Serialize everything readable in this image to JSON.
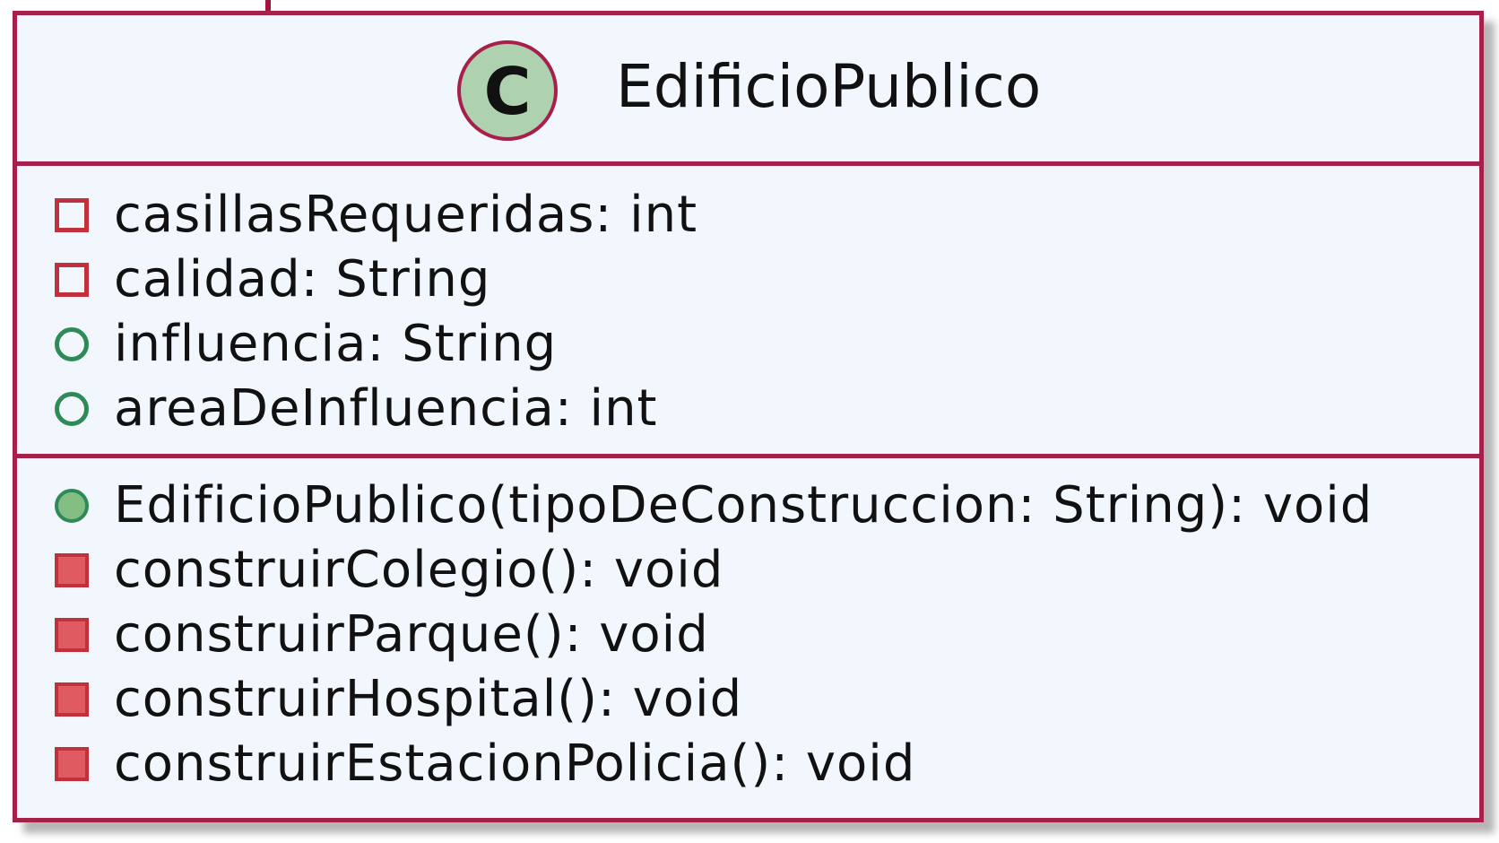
{
  "class": {
    "stereotype_letter": "C",
    "name": "EdificioPublico",
    "colors": {
      "border": "#a7204a",
      "background": "#f1f7fd",
      "stereotype_fill": "#aed1af",
      "public": "#2e8b57",
      "private": "#c0313c"
    }
  },
  "attributes": [
    {
      "visibility": "private",
      "text": "casillasRequeridas: int"
    },
    {
      "visibility": "private",
      "text": "calidad: String"
    },
    {
      "visibility": "public",
      "text": "influencia: String"
    },
    {
      "visibility": "public",
      "text": "areaDeInfluencia: int"
    }
  ],
  "methods": [
    {
      "visibility": "public",
      "text": "EdificioPublico(tipoDeConstruccion: String): void"
    },
    {
      "visibility": "private",
      "text": "construirColegio(): void"
    },
    {
      "visibility": "private",
      "text": "construirParque(): void"
    },
    {
      "visibility": "private",
      "text": "construirHospital(): void"
    },
    {
      "visibility": "private",
      "text": "construirEstacionPolicia(): void"
    }
  ]
}
